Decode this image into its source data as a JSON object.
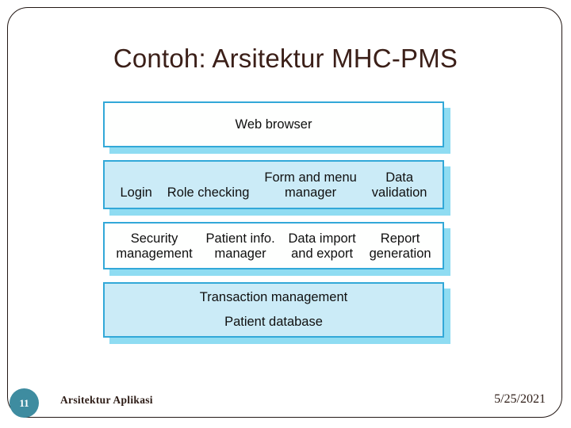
{
  "slide": {
    "title": "Contoh: Arsitektur MHC-PMS",
    "accent_border": "#32A8D8",
    "accent_shadow": "#8FDCF2",
    "layer_fill_blue": "#CBEBF7",
    "layer_fill_white": "#FEFFFE",
    "title_color": "#3B1F18",
    "badge_color": "#3E8CA0"
  },
  "diagram": {
    "layers": [
      {
        "id": "web",
        "fill": "white",
        "cells": [
          {
            "lines": [
              "Web browser"
            ]
          }
        ]
      },
      {
        "id": "app",
        "fill": "blue",
        "cells": [
          {
            "lines": [
              "Login"
            ]
          },
          {
            "lines": [
              "Role checking"
            ]
          },
          {
            "lines": [
              "Form and menu",
              "manager"
            ]
          },
          {
            "lines": [
              "Data",
              "validation"
            ]
          }
        ]
      },
      {
        "id": "services",
        "fill": "white",
        "cells": [
          {
            "lines": [
              "Security",
              "management"
            ]
          },
          {
            "lines": [
              "Patient info.",
              "manager"
            ]
          },
          {
            "lines": [
              "Data import",
              "and export"
            ]
          },
          {
            "lines": [
              "Report",
              "generation"
            ]
          }
        ]
      },
      {
        "id": "data",
        "fill": "blue",
        "cells": [
          {
            "lines": [
              "Transaction management"
            ]
          },
          {
            "lines": [
              "Patient database"
            ]
          }
        ]
      }
    ],
    "layer_labels": {
      "web": "Web browser",
      "app_0": "Login",
      "app_1": "Role checking",
      "app_2_line0": "Form and menu",
      "app_2_line1": "manager",
      "app_3_line0": "Data",
      "app_3_line1": "validation",
      "svc_0_line0": "Security",
      "svc_0_line1": "management",
      "svc_1_line0": "Patient info.",
      "svc_1_line1": "manager",
      "svc_2_line0": "Data import",
      "svc_2_line1": "and export",
      "svc_3_line0": "Report",
      "svc_3_line1": "generation",
      "data_0": "Transaction management",
      "data_1": "Patient database"
    }
  },
  "footer": {
    "slide_number": "11",
    "label": "Arsitektur Aplikasi",
    "date": "5/25/2021"
  }
}
